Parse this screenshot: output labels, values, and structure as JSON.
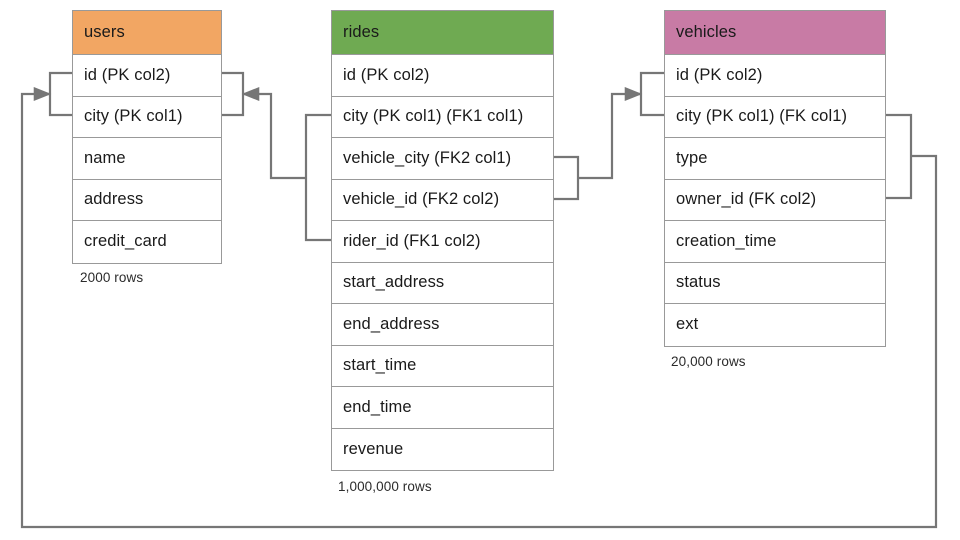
{
  "diagram": {
    "title": "",
    "colors": {
      "users_header": "#f2a663",
      "rides_header": "#6faa52",
      "vehicles_header": "#c87ba5",
      "border": "#999999",
      "edge": "#767676",
      "text": "#1a1a1a",
      "background": "#ffffff"
    },
    "tables": [
      {
        "id": "users",
        "name": "users",
        "header_color": "#f2a663",
        "row_count_label": "2000 rows",
        "columns": [
          {
            "label": "id (PK col2)"
          },
          {
            "label": "city (PK col1)"
          },
          {
            "label": "name"
          },
          {
            "label": "address"
          },
          {
            "label": "credit_card"
          }
        ]
      },
      {
        "id": "rides",
        "name": "rides",
        "header_color": "#6faa52",
        "row_count_label": "1,000,000 rows",
        "columns": [
          {
            "label": "id (PK col2)"
          },
          {
            "label": "city (PK col1) (FK1 col1)"
          },
          {
            "label": "vehicle_city (FK2 col1)"
          },
          {
            "label": "vehicle_id (FK2 col2)"
          },
          {
            "label": "rider_id (FK1 col2)"
          },
          {
            "label": "start_address"
          },
          {
            "label": "end_address"
          },
          {
            "label": "start_time"
          },
          {
            "label": "end_time"
          },
          {
            "label": "revenue"
          }
        ]
      },
      {
        "id": "vehicles",
        "name": "vehicles",
        "header_color": "#c87ba5",
        "row_count_label": "20,000 rows",
        "columns": [
          {
            "label": "id (PK col2)"
          },
          {
            "label": "city (PK col1) (FK col1)"
          },
          {
            "label": "type"
          },
          {
            "label": "owner_id (FK col2)"
          },
          {
            "label": "creation_time"
          },
          {
            "label": "status"
          },
          {
            "label": "ext"
          }
        ]
      }
    ],
    "relationships": [
      {
        "id": "rides-fk1-users",
        "from_table": "rides",
        "from_columns": [
          "city (PK col1) (FK1 col1)",
          "rider_id (FK1 col2)"
        ],
        "to_table": "users",
        "to_columns": [
          "id (PK col2)",
          "city (PK col1)"
        ],
        "arrow": "to-users-right"
      },
      {
        "id": "rides-fk2-vehicles",
        "from_table": "rides",
        "from_columns": [
          "vehicle_city (FK2 col1)",
          "vehicle_id (FK2 col2)"
        ],
        "to_table": "vehicles",
        "to_columns": [
          "id (PK col2)",
          "city (PK col1) (FK col1)"
        ],
        "arrow": "to-vehicles-left"
      },
      {
        "id": "vehicles-fk-users",
        "from_table": "vehicles",
        "from_columns": [
          "city (PK col1) (FK col1)",
          "owner_id (FK col2)"
        ],
        "to_table": "users",
        "to_columns": [
          "id (PK col2)",
          "city (PK col1)"
        ],
        "arrow": "to-users-left"
      }
    ]
  }
}
